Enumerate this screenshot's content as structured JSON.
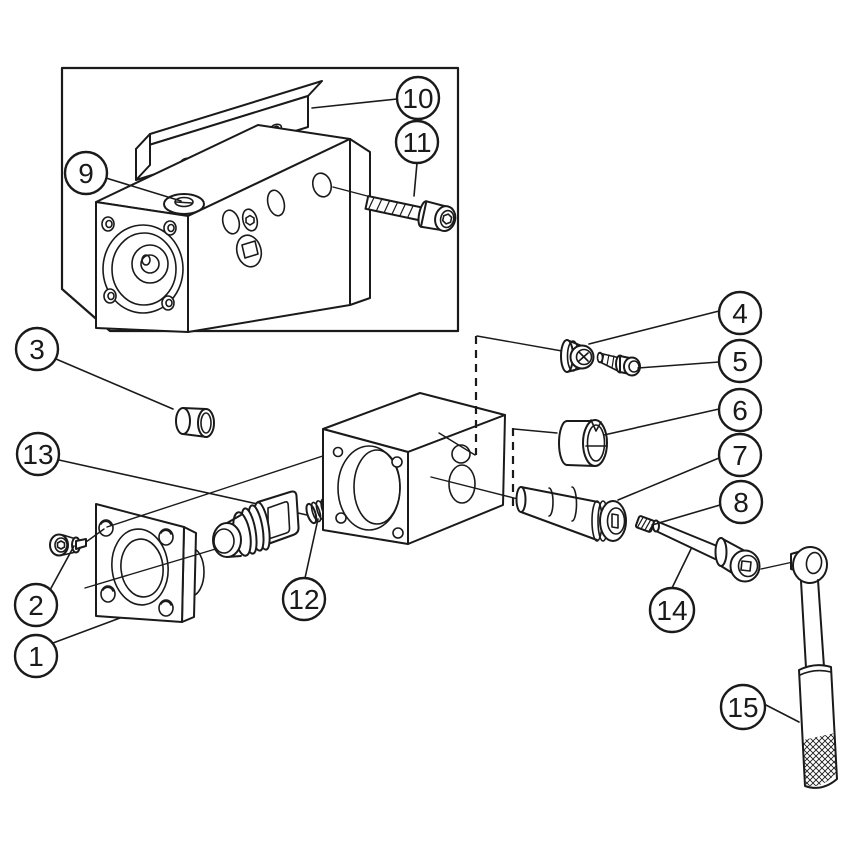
{
  "colors": {
    "background": "#ffffff",
    "line": "#1a1a1a"
  },
  "callouts": [
    {
      "label": "1"
    },
    {
      "label": "2"
    },
    {
      "label": "3"
    },
    {
      "label": "4"
    },
    {
      "label": "5"
    },
    {
      "label": "6"
    },
    {
      "label": "7"
    },
    {
      "label": "8"
    },
    {
      "label": "9"
    },
    {
      "label": "10"
    },
    {
      "label": "11"
    },
    {
      "label": "12"
    },
    {
      "label": "13"
    },
    {
      "label": "14"
    },
    {
      "label": "15"
    }
  ]
}
